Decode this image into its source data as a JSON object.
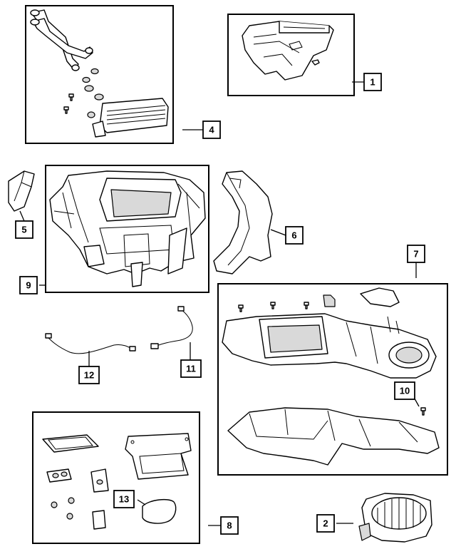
{
  "callouts": {
    "c1": "1",
    "c2": "2",
    "c4": "4",
    "c5": "5",
    "c6": "6",
    "c7": "7",
    "c8": "8",
    "c9": "9",
    "c10": "10",
    "c11": "11",
    "c12": "12",
    "c13": "13"
  }
}
